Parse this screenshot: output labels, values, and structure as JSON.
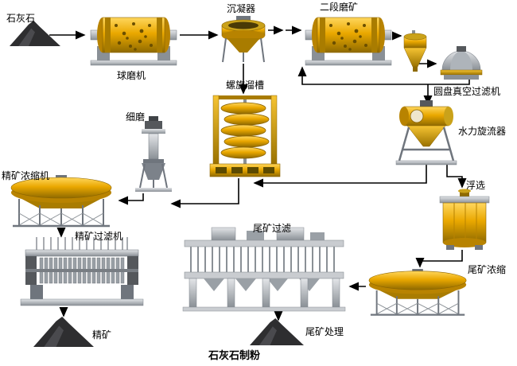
{
  "labels": {
    "limestone": "石灰石",
    "ball_mill": "球磨机",
    "settler": "沉凝器",
    "second_grinding": "二段磨矿",
    "disc_vacuum_filter": "圆盘真空过滤机",
    "spiral_chute": "螺旋溜槽",
    "hydrocyclone": "水力旋流器",
    "fine_grinding": "细磨",
    "concentrate_thickener": "精矿浓缩机",
    "flotation": "浮选",
    "concentrate_filter": "精矿过滤机",
    "tailings_filter": "尾矿过滤",
    "tailings_thickener": "尾矿浓缩",
    "concentrate": "精矿",
    "tailings_treatment": "尾矿处理",
    "title": "石灰石制粉"
  },
  "colors": {
    "machine_gold": "#EAA800",
    "machine_gold_dark": "#8F6A00",
    "machine_gray": "#9AA0A6",
    "pile": "#2E2E30",
    "line": "#000000",
    "background": "#FFFFFF",
    "text": "#000000"
  }
}
